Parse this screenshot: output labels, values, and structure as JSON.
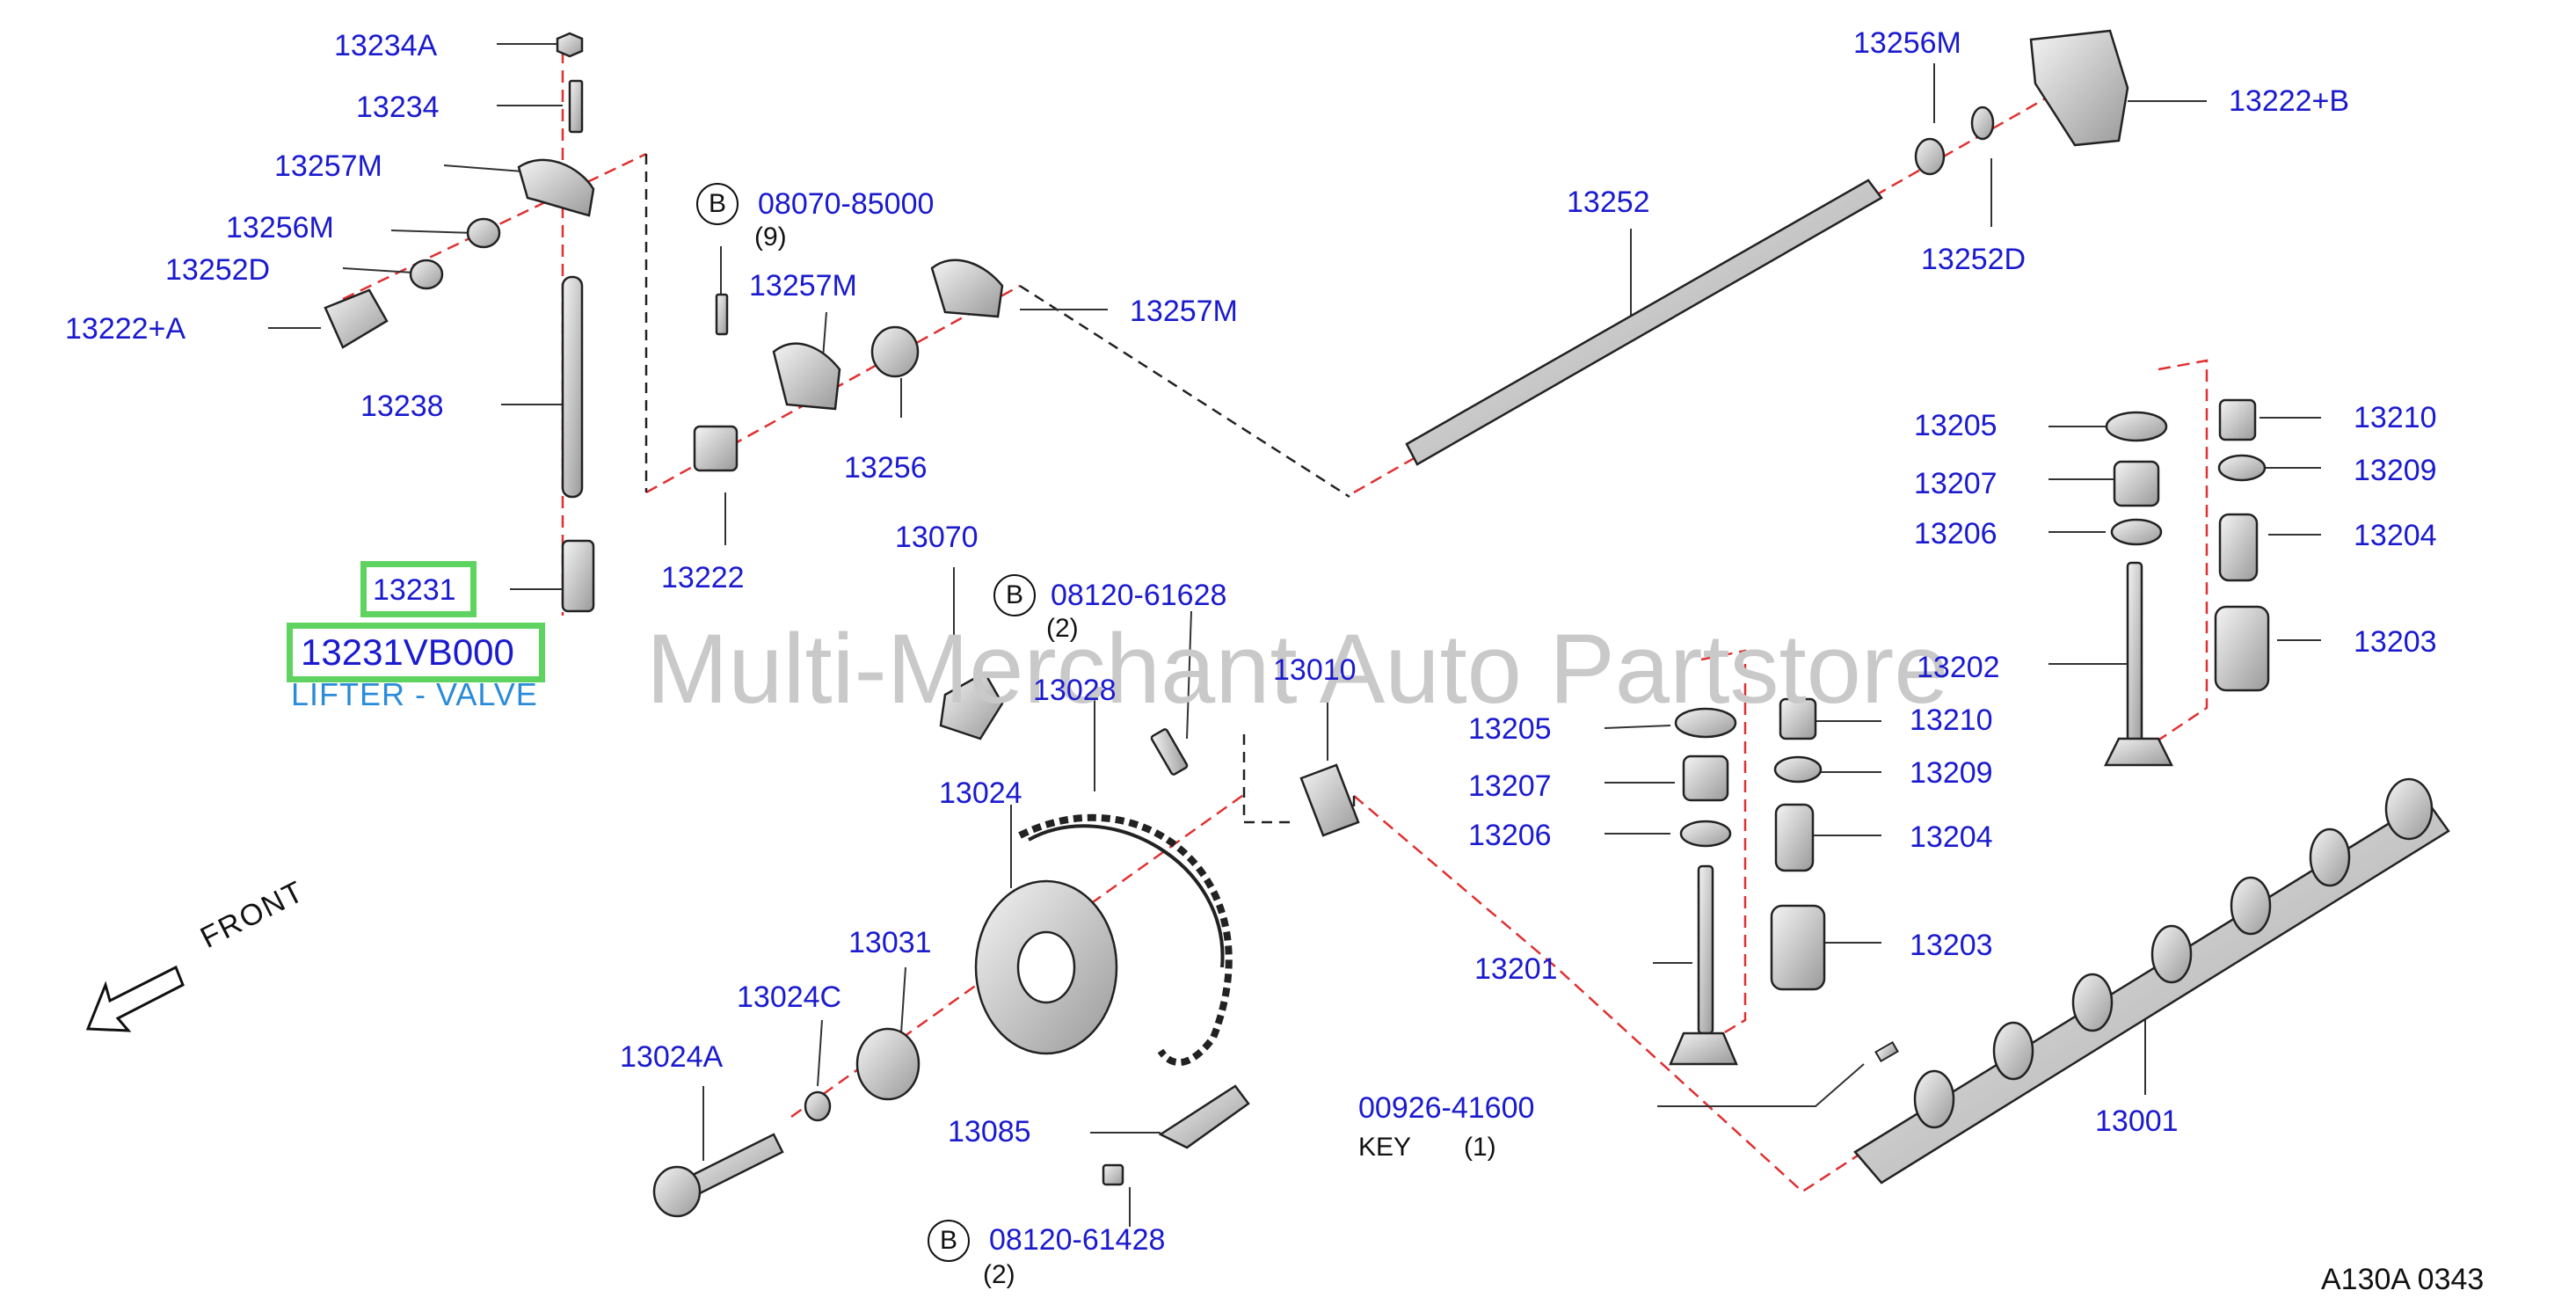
{
  "watermark": "Multi-Merchant Auto Partstore",
  "front_label": "FRONT",
  "diagram_code": "A130A   0343",
  "highlight": {
    "part": "13231",
    "part_number": "13231VB000",
    "description": "LIFTER - VALVE"
  },
  "bolt_refs": [
    {
      "letter": "B",
      "number": "08070-85000",
      "qty": "(9)"
    },
    {
      "letter": "B",
      "number": "08120-61628",
      "qty": "(2)"
    },
    {
      "letter": "B",
      "number": "08120-61428",
      "qty": "(2)"
    }
  ],
  "key_ref": {
    "number": "00926-41600",
    "name": "KEY",
    "qty": "(1)"
  },
  "parts": [
    "13234A",
    "13234",
    "13257M",
    "13256M",
    "13252D",
    "13222+A",
    "13238",
    "13257M",
    "13257M",
    "13256",
    "13222",
    "13070",
    "13028",
    "13010",
    "13024",
    "13031",
    "13024C",
    "13024A",
    "13085",
    "13252",
    "13256M",
    "13222+B",
    "13252D",
    "13205",
    "13207",
    "13206",
    "13202",
    "13210",
    "13209",
    "13204",
    "13203",
    "13205",
    "13207",
    "13206",
    "13201",
    "13210",
    "13209",
    "13204",
    "13203",
    "13001"
  ]
}
